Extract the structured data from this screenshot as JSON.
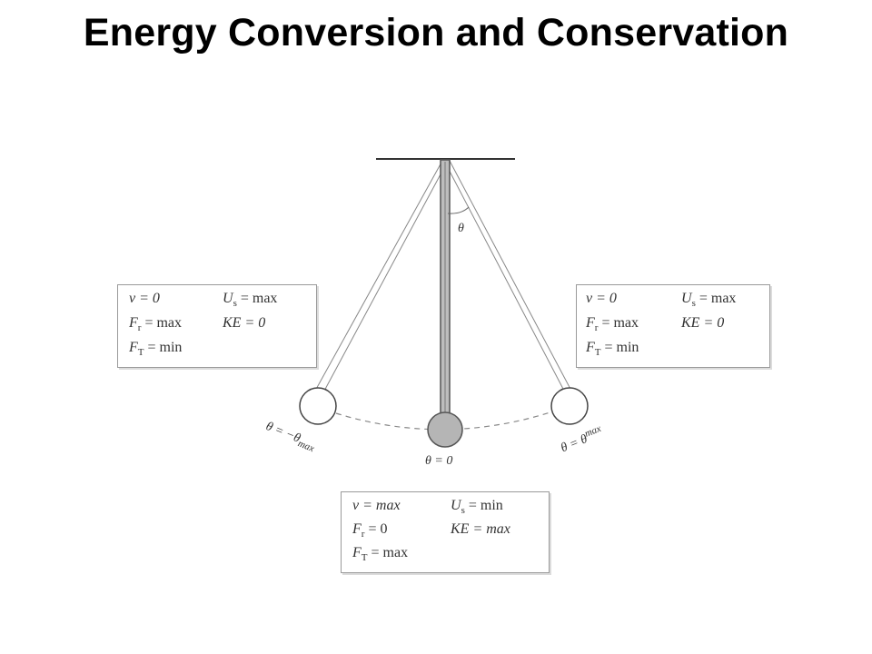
{
  "title": "Energy Conversion and Conservation",
  "diagram": {
    "angle_label": "θ",
    "left_label": "θ = −θ",
    "left_label_sub": "max",
    "right_label": "θ = θ",
    "right_label_sub": "max",
    "bottom_label": "θ = 0"
  },
  "left_box": {
    "v": "v = 0",
    "us": "U",
    "us_sub": "s",
    "us_val": " = max",
    "fr": "F",
    "fr_sub": "r",
    "fr_val": " = max",
    "ke": "KE = 0",
    "ft": "F",
    "ft_sub": "T",
    "ft_val": " = min"
  },
  "right_box": {
    "v": "v = 0",
    "us": "U",
    "us_sub": "s",
    "us_val": " = max",
    "fr": "F",
    "fr_sub": "r",
    "fr_val": " = max",
    "ke": "KE = 0",
    "ft": "F",
    "ft_sub": "T",
    "ft_val": " = min"
  },
  "bottom_box": {
    "v": "v = max",
    "us": "U",
    "us_sub": "s",
    "us_val": " = min",
    "fr": "F",
    "fr_sub": "r",
    "fr_val": " = 0",
    "ke": "KE = max",
    "ft": "F",
    "ft_sub": "T",
    "ft_val": " = max"
  }
}
